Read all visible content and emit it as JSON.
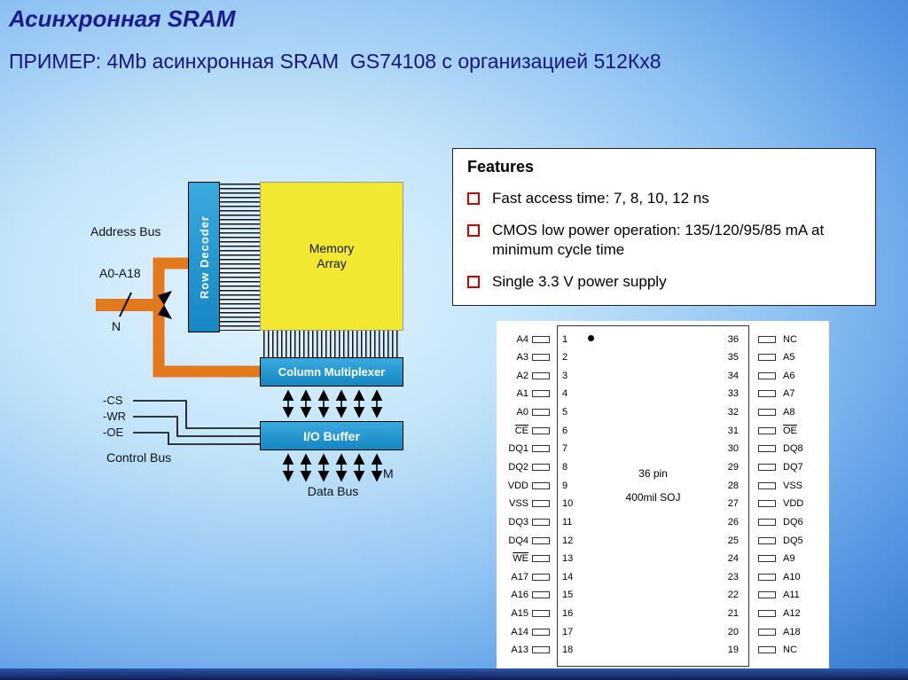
{
  "slide": {
    "title": "Асинхронная SRAM",
    "subtitle": "ПРИМЕР: 4Mb асинхронная SRAM  GS74108 с организацией 512Кх8"
  },
  "diagram": {
    "address_bus": "Address Bus",
    "address_range": "A0-A18",
    "n": "N",
    "row_decoder": "Row Decoder",
    "memory_array": "Memory Array",
    "column_multiplexer": "Column Multiplexer",
    "io_buffer": "I/O Buffer",
    "cs": "-CS",
    "wr": "-WR",
    "oe": "-OE",
    "control_bus": "Control Bus",
    "data_bus": "Data Bus",
    "m": "M"
  },
  "features": {
    "heading": "Features",
    "items": [
      "Fast access time: 7, 8, 10, 12 ns",
      "CMOS low power operation: 135/120/95/85 mA at minimum cycle time",
      "Single 3.3 V power supply"
    ]
  },
  "pinout": {
    "package_line1": "36 pin",
    "package_line2": "400mil SOJ",
    "left_pins": [
      {
        "name": "A4",
        "num": "1",
        "bar": false
      },
      {
        "name": "A3",
        "num": "2",
        "bar": false
      },
      {
        "name": "A2",
        "num": "3",
        "bar": false
      },
      {
        "name": "A1",
        "num": "4",
        "bar": false
      },
      {
        "name": "A0",
        "num": "5",
        "bar": false
      },
      {
        "name": "CE",
        "num": "6",
        "bar": true
      },
      {
        "name": "DQ1",
        "num": "7",
        "bar": false
      },
      {
        "name": "DQ2",
        "num": "8",
        "bar": false
      },
      {
        "name": "VDD",
        "num": "9",
        "bar": false
      },
      {
        "name": "VSS",
        "num": "10",
        "bar": false
      },
      {
        "name": "DQ3",
        "num": "11",
        "bar": false
      },
      {
        "name": "DQ4",
        "num": "12",
        "bar": false
      },
      {
        "name": "WE",
        "num": "13",
        "bar": true
      },
      {
        "name": "A17",
        "num": "14",
        "bar": false
      },
      {
        "name": "A16",
        "num": "15",
        "bar": false
      },
      {
        "name": "A15",
        "num": "16",
        "bar": false
      },
      {
        "name": "A14",
        "num": "17",
        "bar": false
      },
      {
        "name": "A13",
        "num": "18",
        "bar": false
      }
    ],
    "right_pins": [
      {
        "name": "NC",
        "num": "36",
        "bar": false
      },
      {
        "name": "A5",
        "num": "35",
        "bar": false
      },
      {
        "name": "A6",
        "num": "34",
        "bar": false
      },
      {
        "name": "A7",
        "num": "33",
        "bar": false
      },
      {
        "name": "A8",
        "num": "32",
        "bar": false
      },
      {
        "name": "OE",
        "num": "31",
        "bar": true
      },
      {
        "name": "DQ8",
        "num": "30",
        "bar": false
      },
      {
        "name": "DQ7",
        "num": "29",
        "bar": false
      },
      {
        "name": "VSS",
        "num": "28",
        "bar": false
      },
      {
        "name": "VDD",
        "num": "27",
        "bar": false
      },
      {
        "name": "DQ6",
        "num": "26",
        "bar": false
      },
      {
        "name": "DQ5",
        "num": "25",
        "bar": false
      },
      {
        "name": "A9",
        "num": "24",
        "bar": false
      },
      {
        "name": "A10",
        "num": "23",
        "bar": false
      },
      {
        "name": "A11",
        "num": "22",
        "bar": false
      },
      {
        "name": "A12",
        "num": "21",
        "bar": false
      },
      {
        "name": "A18",
        "num": "20",
        "bar": false
      },
      {
        "name": "NC",
        "num": "19",
        "bar": false
      }
    ]
  },
  "colors": {
    "title_navy": "#1b1b8f",
    "block_blue": "#2196d3",
    "memory_yellow": "#f2e832",
    "bus_orange": "#e2791c",
    "bullet_red": "#c00000",
    "bottom_bar": "#121f55"
  }
}
